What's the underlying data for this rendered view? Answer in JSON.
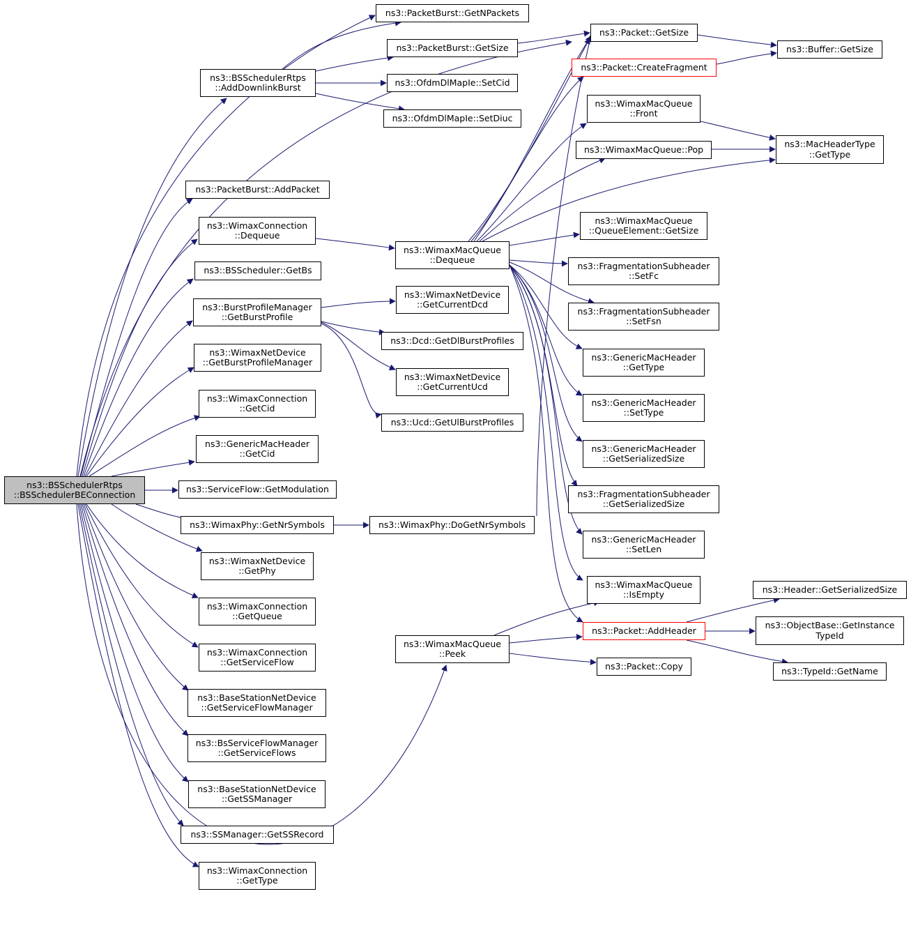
{
  "colors": {
    "edge": "#191970",
    "border": "#000000",
    "root_fill": "#bfbfbf",
    "highlight_border": "#ff0000"
  },
  "nodes": {
    "root": [
      "ns3::BSSchedulerRtps",
      "::BSSchedulerBEConnection"
    ],
    "pb_getnpackets": [
      "ns3::PacketBurst::GetNPackets"
    ],
    "pb_getsize": [
      "ns3::PacketBurst::GetSize"
    ],
    "add_downlink": [
      "ns3::BSSchedulerRtps",
      "::AddDownlinkBurst"
    ],
    "ofdm_setcid": [
      "ns3::OfdmDlMapIe::SetCid"
    ],
    "ofdm_setdiuc": [
      "ns3::OfdmDlMapIe::SetDiuc"
    ],
    "packet_getsize": [
      "ns3::Packet::GetSize"
    ],
    "buffer_getsize": [
      "ns3::Buffer::GetSize"
    ],
    "create_fragment": [
      "ns3::Packet::CreateFragment"
    ],
    "wmq_front": [
      "ns3::WimaxMacQueue",
      "::Front"
    ],
    "wmq_pop": [
      "ns3::WimaxMacQueue::Pop"
    ],
    "mht_gettype": [
      "ns3::MacHeaderType",
      "::GetType"
    ],
    "pb_addpacket": [
      "ns3::PacketBurst::AddPacket"
    ],
    "wc_dequeue": [
      "ns3::WimaxConnection",
      "::Dequeue"
    ],
    "wmq_dequeue": [
      "ns3::WimaxMacQueue",
      "::Dequeue"
    ],
    "qe_getsize": [
      "ns3::WimaxMacQueue",
      "::QueueElement::GetSize"
    ],
    "bss_getbs": [
      "ns3::BSScheduler::GetBs"
    ],
    "fs_setfc": [
      "ns3::FragmentationSubheader",
      "::SetFc"
    ],
    "bpm_getburst": [
      "ns3::BurstProfileManager",
      "::GetBurstProfile"
    ],
    "wnd_getdcd": [
      "ns3::WimaxNetDevice",
      "::GetCurrentDcd"
    ],
    "fs_setfsn": [
      "ns3::FragmentationSubheader",
      "::SetFsn"
    ],
    "dcd_getdl": [
      "ns3::Dcd::GetDlBurstProfiles"
    ],
    "wnd_getbpm": [
      "ns3::WimaxNetDevice",
      "::GetBurstProfileManager"
    ],
    "gmh_gettype": [
      "ns3::GenericMacHeader",
      "::GetType"
    ],
    "wnd_getucd": [
      "ns3::WimaxNetDevice",
      "::GetCurrentUcd"
    ],
    "wc_getcid": [
      "ns3::WimaxConnection",
      "::GetCid"
    ],
    "gmh_settype": [
      "ns3::GenericMacHeader",
      "::SetType"
    ],
    "ucd_getul": [
      "ns3::Ucd::GetUlBurstProfiles"
    ],
    "gmh_getcid": [
      "ns3::GenericMacHeader",
      "::GetCid"
    ],
    "gmh_getser": [
      "ns3::GenericMacHeader",
      "::GetSerializedSize"
    ],
    "sf_getmod": [
      "ns3::ServiceFlow::GetModulation"
    ],
    "fs_getser": [
      "ns3::FragmentationSubheader",
      "::GetSerializedSize"
    ],
    "wp_getnr": [
      "ns3::WimaxPhy::GetNrSymbols"
    ],
    "wp_dogetnr": [
      "ns3::WimaxPhy::DoGetNrSymbols"
    ],
    "gmh_setlen": [
      "ns3::GenericMacHeader",
      "::SetLen"
    ],
    "wnd_getphy": [
      "ns3::WimaxNetDevice",
      "::GetPhy"
    ],
    "wmq_isempty": [
      "ns3::WimaxMacQueue",
      "::IsEmpty"
    ],
    "hdr_getser": [
      "ns3::Header::GetSerializedSize"
    ],
    "wc_getqueue": [
      "ns3::WimaxConnection",
      "::GetQueue"
    ],
    "pkt_addheader": [
      "ns3::Packet::AddHeader"
    ],
    "ob_getinst": [
      "ns3::ObjectBase::GetInstance",
      "TypeId"
    ],
    "wmq_peek": [
      "ns3::WimaxMacQueue",
      "::Peek"
    ],
    "wc_getsf": [
      "ns3::WimaxConnection",
      "::GetServiceFlow"
    ],
    "pkt_copy": [
      "ns3::Packet::Copy"
    ],
    "tid_getname": [
      "ns3::TypeId::GetName"
    ],
    "bsnd_getsfm": [
      "ns3::BaseStationNetDevice",
      "::GetServiceFlowManager"
    ],
    "bssfm_getsfs": [
      "ns3::BsServiceFlowManager",
      "::GetServiceFlows"
    ],
    "bsnd_getssm": [
      "ns3::BaseStationNetDevice",
      "::GetSSManager"
    ],
    "ssm_getrec": [
      "ns3::SSManager::GetSSRecord"
    ],
    "wc_gettype": [
      "ns3::WimaxConnection",
      "::GetType"
    ]
  }
}
